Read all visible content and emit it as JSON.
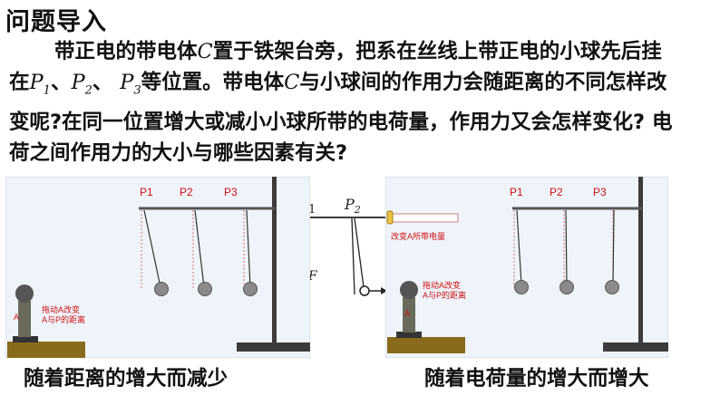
{
  "title": "问题导入",
  "paragraph": {
    "l1_a": "带正电的带电体",
    "c1": "C",
    "l1_b": "置于铁架台旁，把系在丝线上带正电的小球先后挂",
    "l2_a": "在",
    "p": "P",
    "s1": "1",
    "sep1": "、",
    "s2": "2",
    "sep2": "、 ",
    "s3": "3",
    "l2_b": "等位置。带电体",
    "c2": "C",
    "l2_c": "与小球间的作用力会随距离的不同怎样改",
    "l3": "变呢?在同一位置增大或减小小球所带的电荷量，作用力又会怎样变化? 电",
    "l4": "荷之间作用力的大小与哪些因素有关?"
  },
  "left_panel": {
    "labels": [
      "P1",
      "P2",
      "P3"
    ],
    "ball_label": "A",
    "note_line1": "拖动A改变",
    "note_line2": "A与P的距离"
  },
  "middle_panel": {
    "p_label": "P",
    "p_sub": "2",
    "f_label": "F",
    "l_label": "1"
  },
  "right_panel": {
    "labels": [
      "P1",
      "P2",
      "P3"
    ],
    "ball_label": "A",
    "charge_note": "改变A所带电量",
    "note_line1": "拖动A改变",
    "note_line2": "A与P的距离"
  },
  "captions": {
    "left": "随着距离的增大而减少",
    "right": "随着电荷量的增大而增大"
  },
  "colors": {
    "panel_bg": "#eef4fa",
    "label_red": "#d01010",
    "wood": "#8a6a1c",
    "stand": "#3c3c3c"
  }
}
